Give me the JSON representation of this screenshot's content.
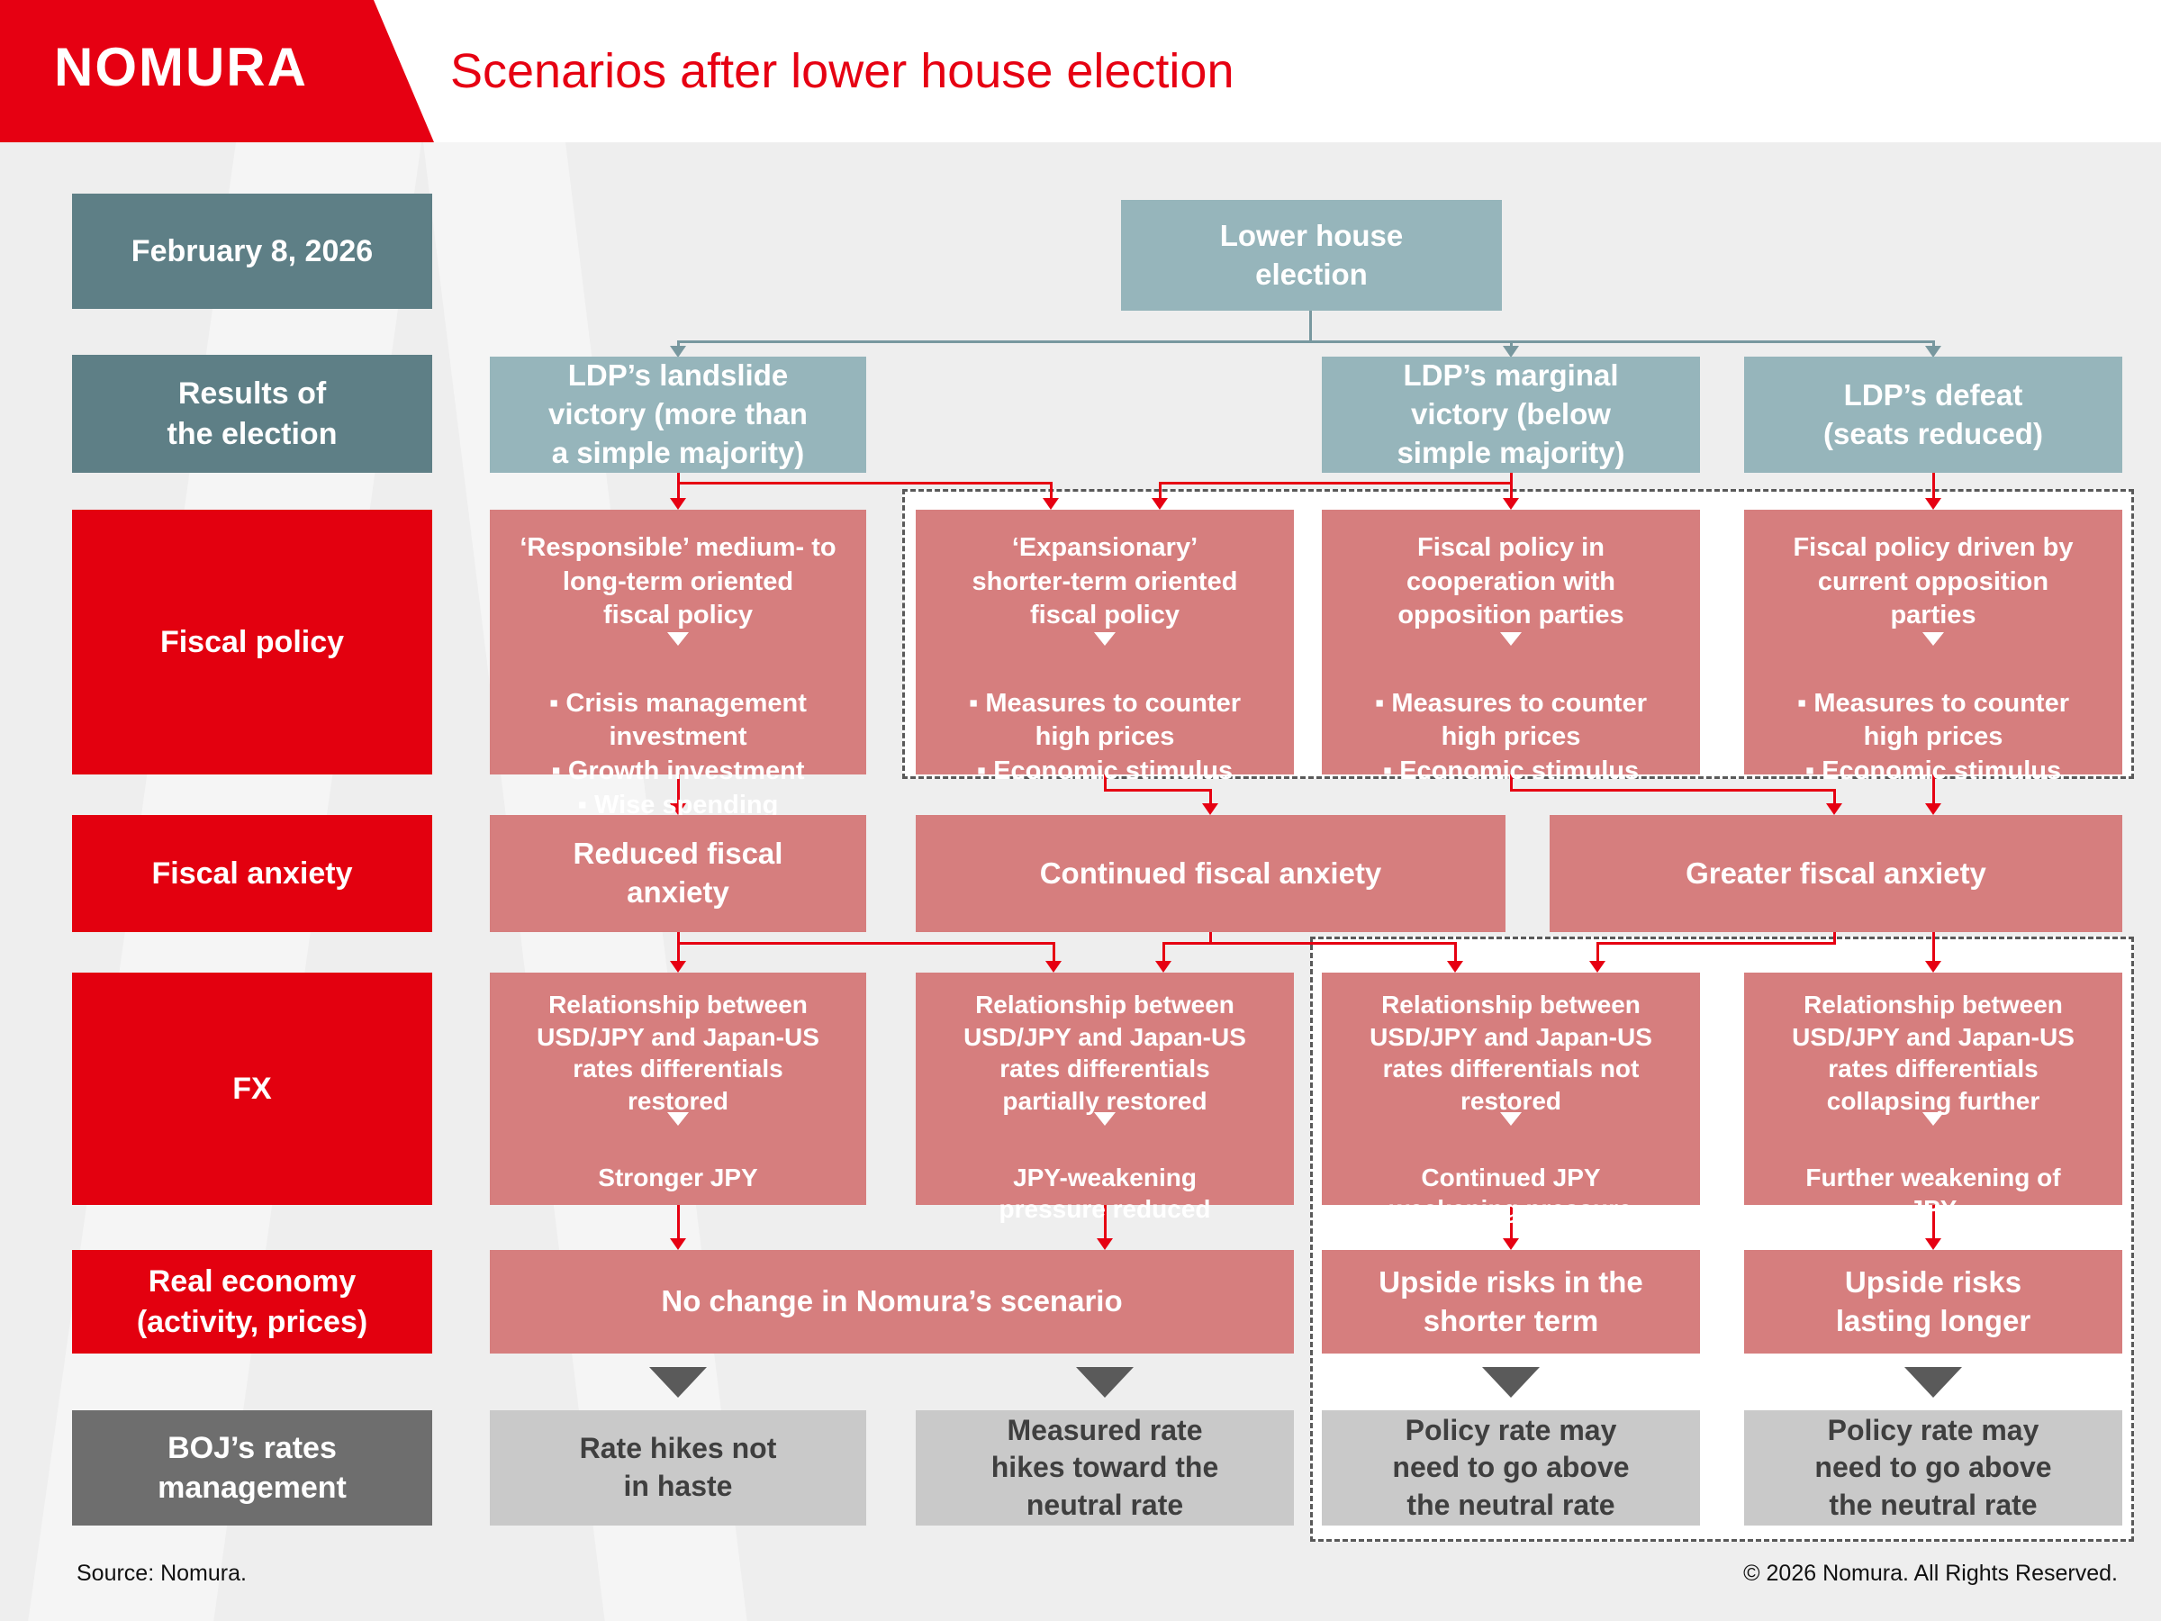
{
  "header": {
    "brand": "NOMURA",
    "title": "Scenarios after lower house election"
  },
  "labels": {
    "date": "February 8, 2026",
    "results": "Results of\nthe election",
    "fiscal_policy": "Fiscal policy",
    "fiscal_anxiety": "Fiscal anxiety",
    "fx": "FX",
    "real_economy": "Real economy\n(activity, prices)",
    "boj": "BOJ’s rates\nmanagement"
  },
  "election": {
    "root": "Lower house\nelection",
    "outcomes": [
      "LDP’s landslide\nvictory (more than\na simple majority)",
      "LDP’s marginal\nvictory (below\nsimple majority)",
      "LDP’s defeat\n(seats reduced)"
    ]
  },
  "fiscal_policy": {
    "boxes": [
      {
        "head": "‘Responsible’ medium- to\nlong-term oriented\nfiscal policy",
        "bullets": [
          "▪ Crisis management\ninvestment",
          "▪ Growth investment",
          "▪ Wise spending"
        ]
      },
      {
        "head": "‘Expansionary’\nshorter-term oriented\nfiscal policy",
        "bullets": [
          "▪ Measures to counter\nhigh prices",
          "▪ Economic stimulus"
        ]
      },
      {
        "head": "Fiscal policy in\ncooperation with\nopposition parties",
        "bullets": [
          "▪ Measures to counter\nhigh prices",
          "▪ Economic stimulus"
        ]
      },
      {
        "head": "Fiscal policy driven by\ncurrent opposition\nparties",
        "bullets": [
          "▪ Measures to counter\nhigh prices",
          "▪ Economic stimulus"
        ]
      }
    ]
  },
  "fiscal_anxiety": {
    "boxes": [
      "Reduced fiscal\nanxiety",
      "Continued fiscal anxiety",
      "Greater fiscal anxiety"
    ]
  },
  "fx": {
    "boxes": [
      {
        "head": "Relationship between\nUSD/JPY and Japan-US\nrates differentials\nrestored",
        "tail": "Stronger JPY"
      },
      {
        "head": "Relationship between\nUSD/JPY and Japan-US\nrates differentials\npartially restored",
        "tail": "JPY-weakening\npressure reduced"
      },
      {
        "head": "Relationship between\nUSD/JPY and Japan-US\nrates differentials not\nrestored",
        "tail": "Continued JPY\nweakening pressure"
      },
      {
        "head": "Relationship between\nUSD/JPY and Japan-US\nrates differentials\ncollapsing further",
        "tail": "Further weakening of\nJPY"
      }
    ]
  },
  "real_economy": {
    "boxes": [
      "No change in Nomura’s scenario",
      "Upside risks in the\nshorter term",
      "Upside risks\nlasting longer"
    ]
  },
  "boj": {
    "boxes": [
      "Rate hikes not\nin haste",
      "Measured rate\nhikes toward the\nneutral rate",
      "Policy rate may\nneed to go above\nthe neutral rate",
      "Policy rate may\nneed to go above\nthe neutral rate"
    ]
  },
  "footer": {
    "source": "Source: Nomura.",
    "copyright": "© 2026 Nomura. All Rights Reserved."
  },
  "colors": {
    "brand_red": "#e60012",
    "label_red": "#e3000f",
    "slate": "#5e7f86",
    "teal_light": "#96b5bb",
    "pink": "#d67e7e",
    "gray_box": "#c9c9c9",
    "gray_label": "#6e6e6e",
    "connector_teal": "#78989f",
    "arrow_red": "#e60012",
    "triangle_gray": "#5a5a5a",
    "dashed_border": "#595959"
  }
}
